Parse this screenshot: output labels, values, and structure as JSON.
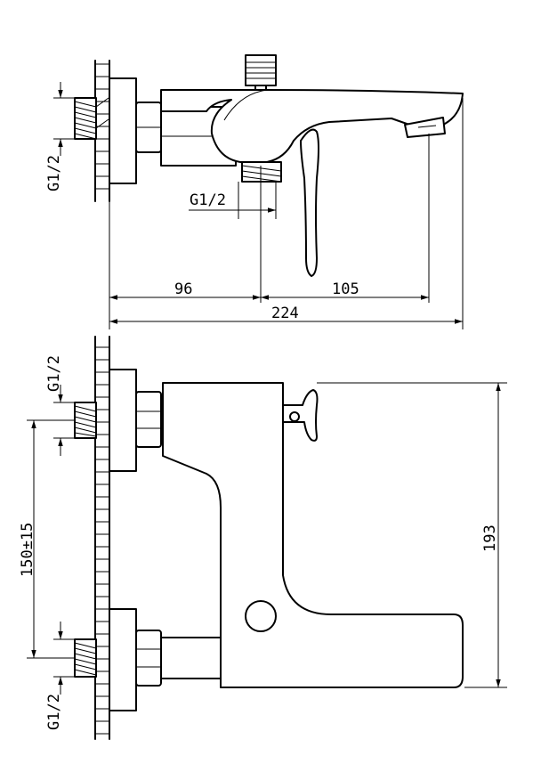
{
  "top_view": {
    "dim_inlet_to_outlet": "96",
    "dim_outlet_to_spout": "105",
    "dim_total": "224",
    "thread_wall": "G1/2",
    "thread_outlet": "G1/2"
  },
  "side_view": {
    "thread_upper": "G1/2",
    "thread_lower": "G1/2",
    "center_distance": "150±15",
    "height": "193"
  }
}
